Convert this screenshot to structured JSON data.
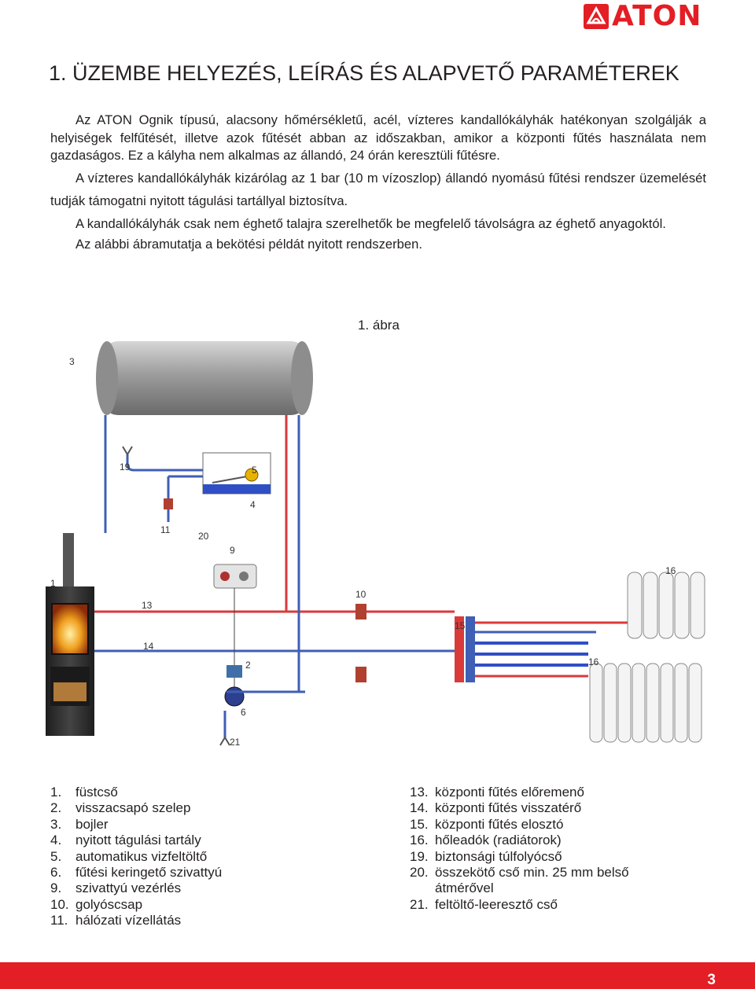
{
  "brand": {
    "name": "ATON",
    "color": "#e31e24",
    "icon": "flame-icon"
  },
  "heading": "1. ÜZEMBE HELYEZÉS, LEÍRÁS ÉS ALAPVETŐ PARAMÉTEREK",
  "intro": {
    "p1": "Az ATON Ognik típusú, alacsony hőmérsékletű, acél, vízteres kandallókályhák hatékonyan szolgálják a helyiségek felfűtését, illetve azok fűtését abban az időszakban, amikor a központi fűtés használata nem gazdaságos. Ez a kályha nem alkalmas az állandó, 24 órán keresztüli fűtésre.",
    "p2": "A vízteres kandallókályhák kizárólag az 1 bar (10 m vízoszlop) állandó nyomású fűtési rendszer üzemelését tudják támogatni nyitott tágulási tartállyal biztosítva.",
    "p3": "A kandallókályhák csak nem éghető talajra szerelhetők be megfelelő távolságra az éghető anyagoktól.",
    "p4": "Az alábbi ábramutatja a bekötési példát nyitott rendszerben."
  },
  "figure": {
    "caption": "1. ábra",
    "labels": {
      "n1": "1",
      "n2": "2",
      "n3": "3",
      "n4": "4",
      "n5": "5",
      "n6": "6",
      "n9": "9",
      "n10": "10",
      "n11": "11",
      "n13": "13",
      "n14": "14",
      "n15": "15",
      "n16a": "16",
      "n16b": "16",
      "n19": "19",
      "n20": "20",
      "n21": "21"
    },
    "colors": {
      "flow": "#d93a3a",
      "return": "#3f5fb5",
      "tank": "#9a9a9a",
      "stove": "#2c2c2c",
      "fire": "#f0a020"
    }
  },
  "legend_left": [
    {
      "num": "1.",
      "text": "füstcső"
    },
    {
      "num": "2.",
      "text": "visszacsapó szelep"
    },
    {
      "num": "3.",
      "text": "bojler"
    },
    {
      "num": "4.",
      "text": "nyitott tágulási tartály"
    },
    {
      "num": "5.",
      "text": "automatikus vizfeltöltő"
    },
    {
      "num": "6.",
      "text": "fűtési keringető szivattyú"
    },
    {
      "num": "9.",
      "text": "szivattyú vezérlés"
    },
    {
      "num": "10.",
      "text": "golyóscsap"
    },
    {
      "num": "11.",
      "text": "hálózati vízellátás"
    }
  ],
  "legend_right": [
    {
      "num": "13.",
      "text": "központi fűtés előremenő"
    },
    {
      "num": "14.",
      "text": "központi fűtés visszatérő"
    },
    {
      "num": "15.",
      "text": "központi fűtés elosztó"
    },
    {
      "num": "16.",
      "text": "hőleadók (radiátorok)"
    },
    {
      "num": "19.",
      "text": "biztonsági túlfolyócső"
    },
    {
      "num": "20.",
      "text": "összekötő cső min. 25 mm belső"
    },
    {
      "num": "",
      "text": "átmérővel"
    },
    {
      "num": "21.",
      "text": "feltöltő-leeresztő cső"
    }
  ],
  "footer": {
    "page": "3",
    "color": "#e31e24"
  }
}
